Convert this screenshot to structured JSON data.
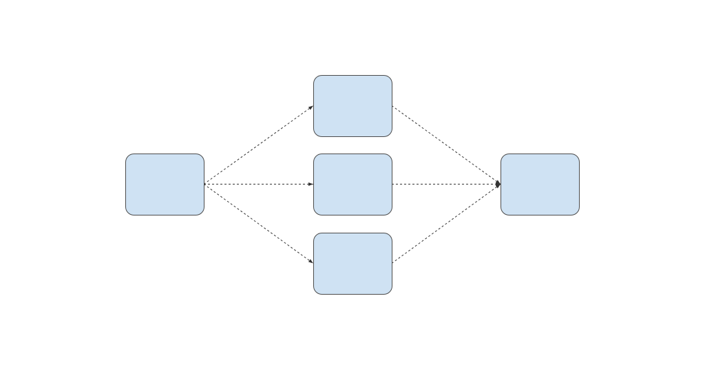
{
  "diagram": {
    "style": {
      "node_fill": "#cfe2f3",
      "node_stroke": "#4a4a4a",
      "edge_color": "#333333",
      "edge_pattern": "dashed"
    },
    "nodes": [
      {
        "id": "source",
        "label": ""
      },
      {
        "id": "branch-top",
        "label": ""
      },
      {
        "id": "branch-middle",
        "label": ""
      },
      {
        "id": "branch-bottom",
        "label": ""
      },
      {
        "id": "target",
        "label": ""
      }
    ],
    "edges": [
      {
        "from": "source",
        "to": "branch-top"
      },
      {
        "from": "source",
        "to": "branch-middle"
      },
      {
        "from": "source",
        "to": "branch-bottom"
      },
      {
        "from": "branch-top",
        "to": "target"
      },
      {
        "from": "branch-middle",
        "to": "target"
      },
      {
        "from": "branch-bottom",
        "to": "target"
      }
    ]
  }
}
